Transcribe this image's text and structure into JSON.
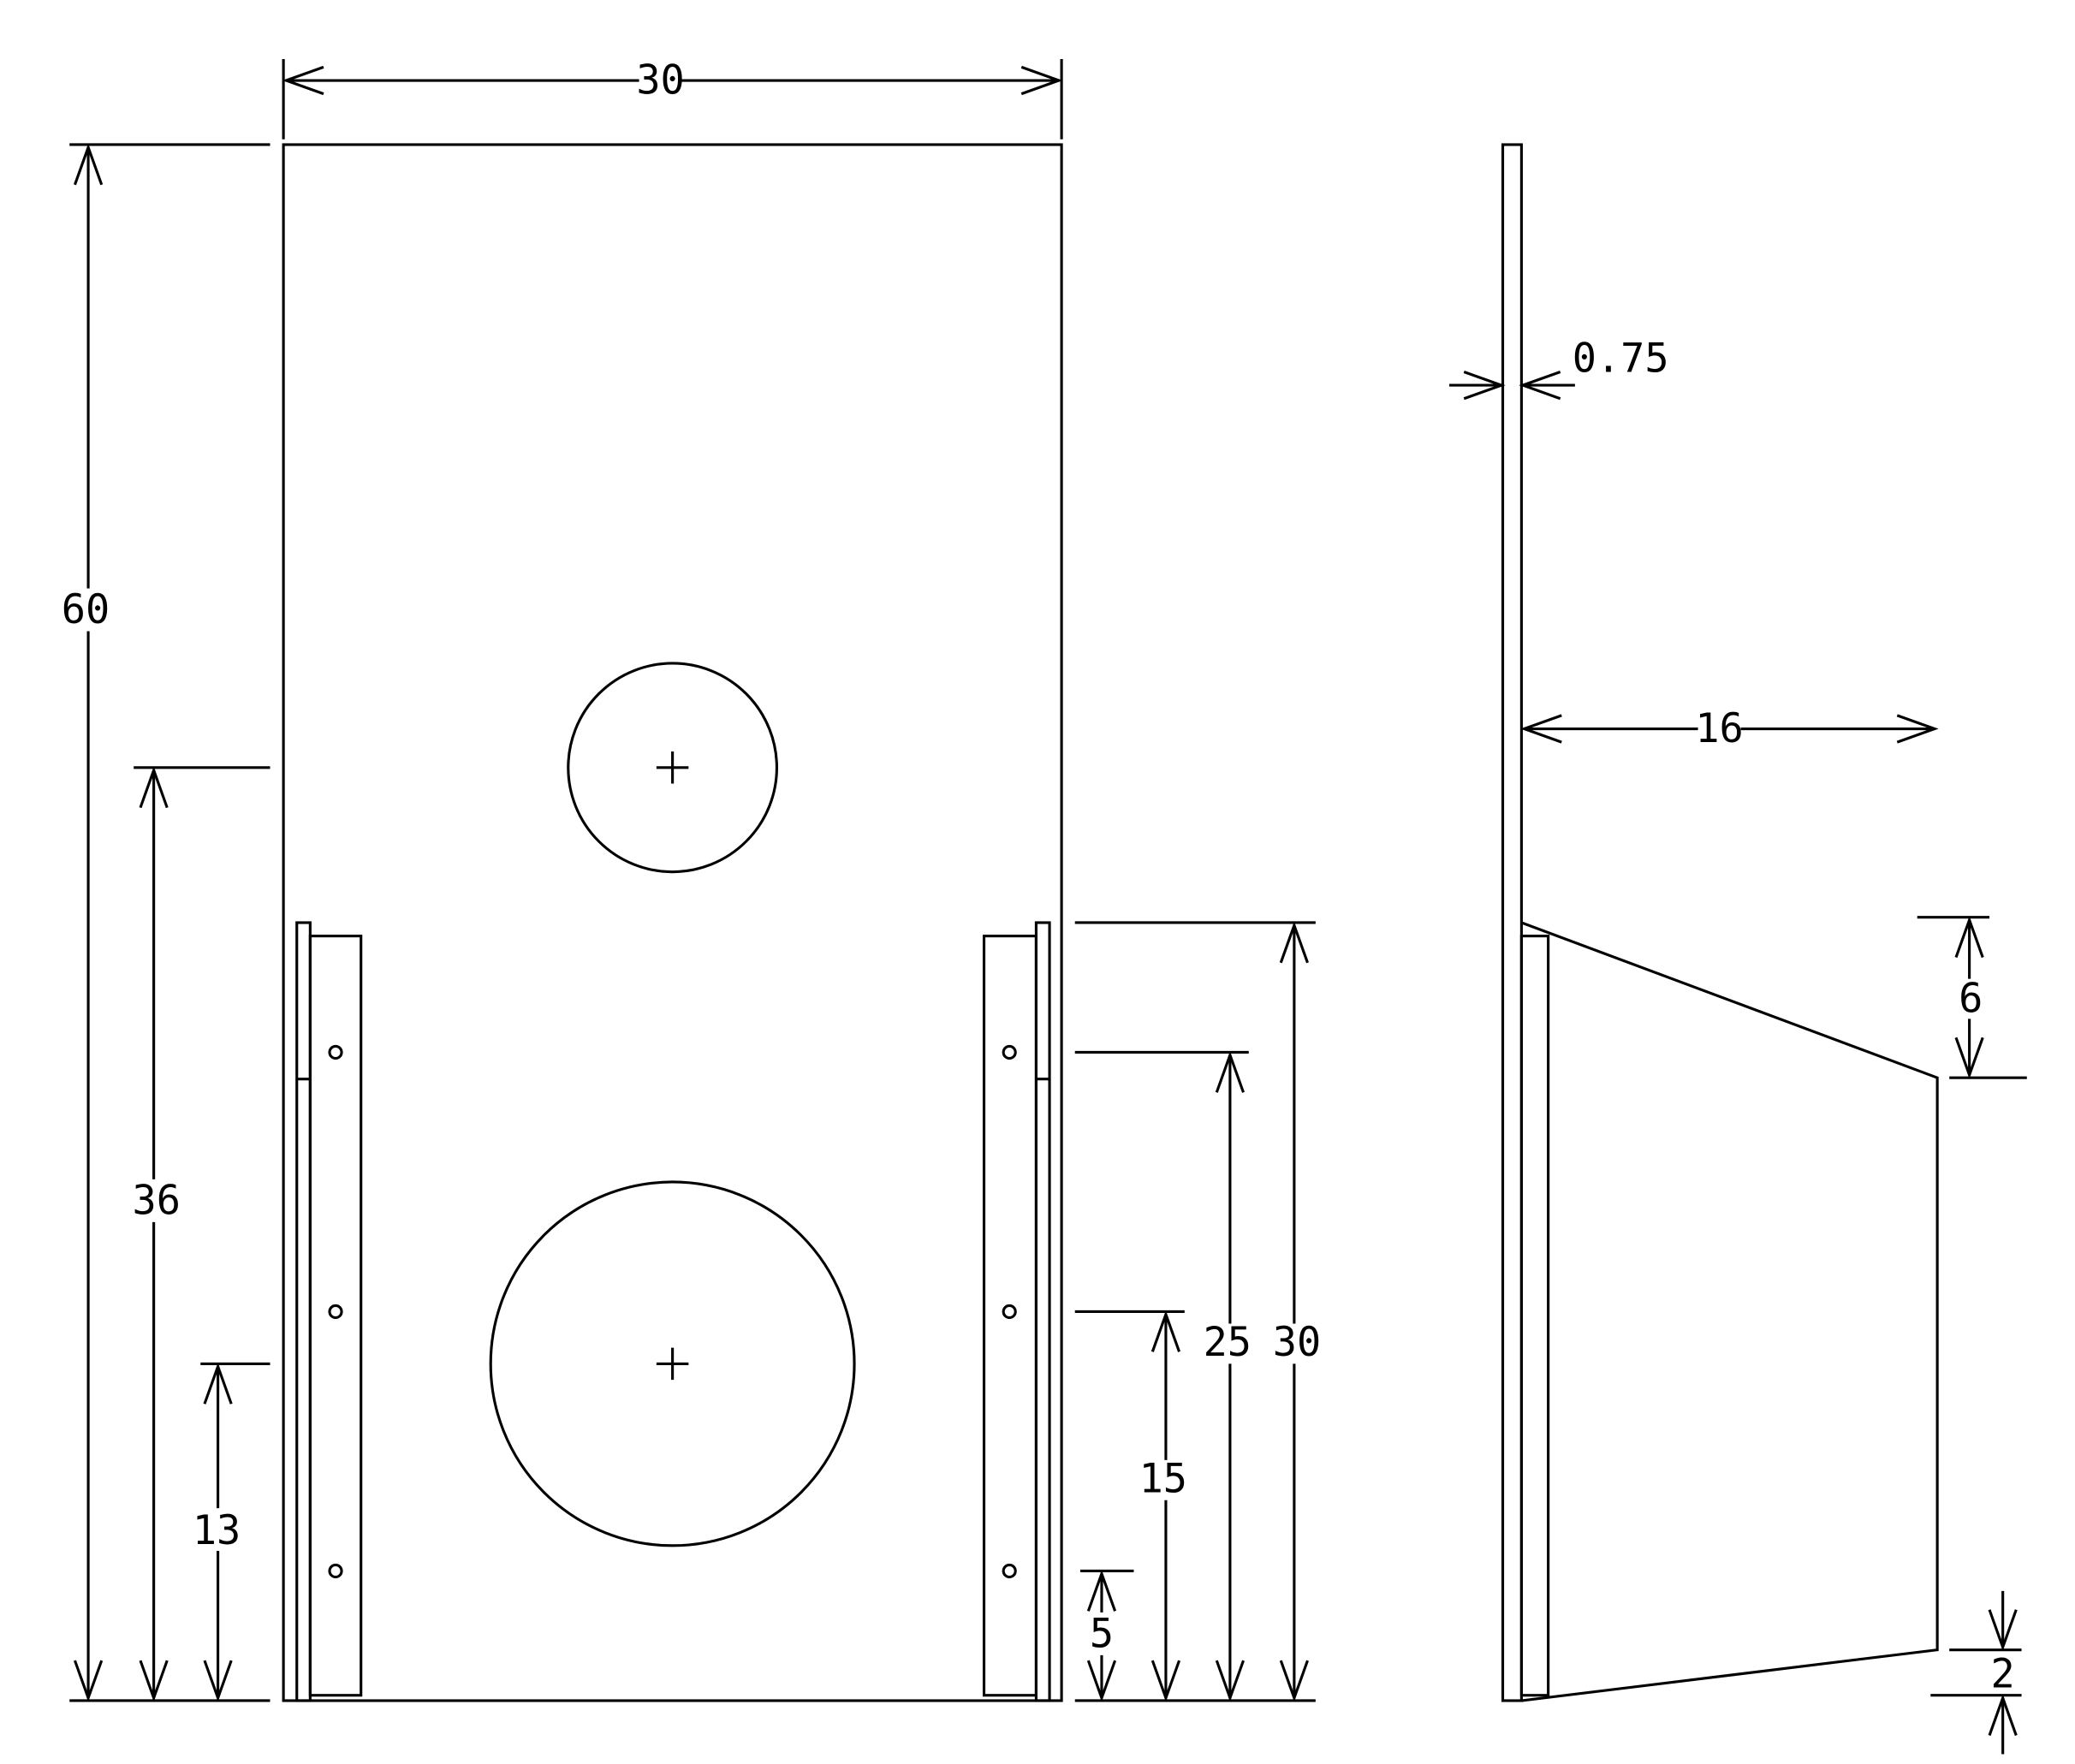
{
  "drawing": {
    "front_view": {
      "dimensions": {
        "width_top": "30",
        "overall_height": "60",
        "upper_hole_center_height": "36",
        "lower_hole_center_height": "13",
        "hinge_hole_1": "5",
        "hinge_hole_2": "15",
        "hinge_hole_3": "25",
        "hinge_height": "30"
      }
    },
    "side_view": {
      "dimensions": {
        "panel_thickness": "0.75",
        "depth": "16",
        "top_drop": "6",
        "bottom_rise": "2"
      }
    },
    "colors": {
      "line": "#000000",
      "background": "#ffffff"
    }
  }
}
